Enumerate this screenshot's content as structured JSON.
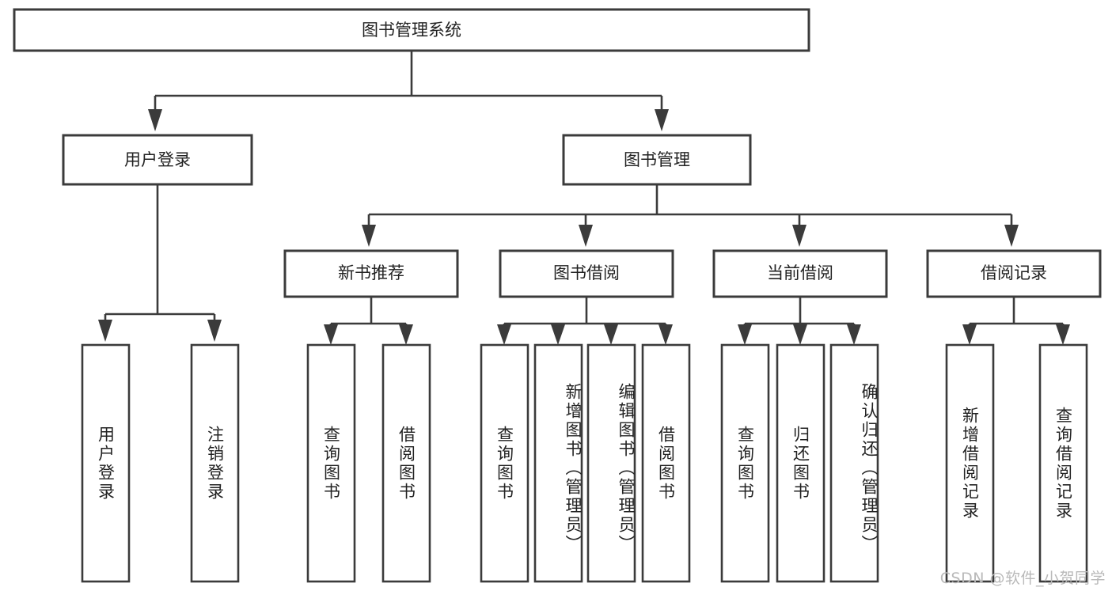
{
  "diagram": {
    "title": "图书管理系统",
    "type": "hierarchy-tree",
    "orientation": "top-down",
    "levels": 4,
    "colors": {
      "box_border": "#3b3b3b",
      "box_fill": "#ffffff",
      "connector": "#3b3b3b",
      "text": "#222222",
      "background": "#ffffff",
      "watermark": "#b9b9b9"
    }
  },
  "root": {
    "id": "root",
    "label": "图书管理系统",
    "orientation": "horizontal"
  },
  "level2": [
    {
      "id": "user-login",
      "label": "用户登录",
      "orientation": "horizontal"
    },
    {
      "id": "book-manage",
      "label": "图书管理",
      "orientation": "horizontal"
    }
  ],
  "level3": [
    {
      "id": "new-book-recommend",
      "label": "新书推荐",
      "orientation": "horizontal",
      "parent": "book-manage"
    },
    {
      "id": "book-borrow",
      "label": "图书借阅",
      "orientation": "horizontal",
      "parent": "book-manage"
    },
    {
      "id": "current-borrow",
      "label": "当前借阅",
      "orientation": "horizontal",
      "parent": "book-manage"
    },
    {
      "id": "borrow-record",
      "label": "借阅记录",
      "orientation": "horizontal",
      "parent": "book-manage"
    }
  ],
  "leaves": [
    {
      "id": "leaf-user-login",
      "label": "用户登录",
      "parent": "user-login"
    },
    {
      "id": "leaf-user-logout",
      "label": "注销登录",
      "parent": "user-login"
    },
    {
      "id": "leaf-query-book-1",
      "label": "查询图书",
      "parent": "new-book-recommend"
    },
    {
      "id": "leaf-borrow-book-1",
      "label": "借阅图书",
      "parent": "new-book-recommend"
    },
    {
      "id": "leaf-query-book-2",
      "label": "查询图书",
      "parent": "book-borrow"
    },
    {
      "id": "leaf-add-book",
      "label": "新增图书（管理员）",
      "parent": "book-borrow"
    },
    {
      "id": "leaf-edit-book",
      "label": "编辑图书（管理员）",
      "parent": "book-borrow"
    },
    {
      "id": "leaf-borrow-book-2",
      "label": "借阅图书",
      "parent": "book-borrow"
    },
    {
      "id": "leaf-query-book-3",
      "label": "查询图书",
      "parent": "current-borrow"
    },
    {
      "id": "leaf-return-book",
      "label": "归还图书",
      "parent": "current-borrow"
    },
    {
      "id": "leaf-confirm-return",
      "label": "确认归还（管理员）",
      "parent": "current-borrow"
    },
    {
      "id": "leaf-add-record",
      "label": "新增借阅记录",
      "parent": "borrow-record"
    },
    {
      "id": "leaf-query-record",
      "label": "查询借阅记录",
      "parent": "borrow-record"
    }
  ],
  "watermark": {
    "text": "CSDN @软件_小贺同学"
  }
}
